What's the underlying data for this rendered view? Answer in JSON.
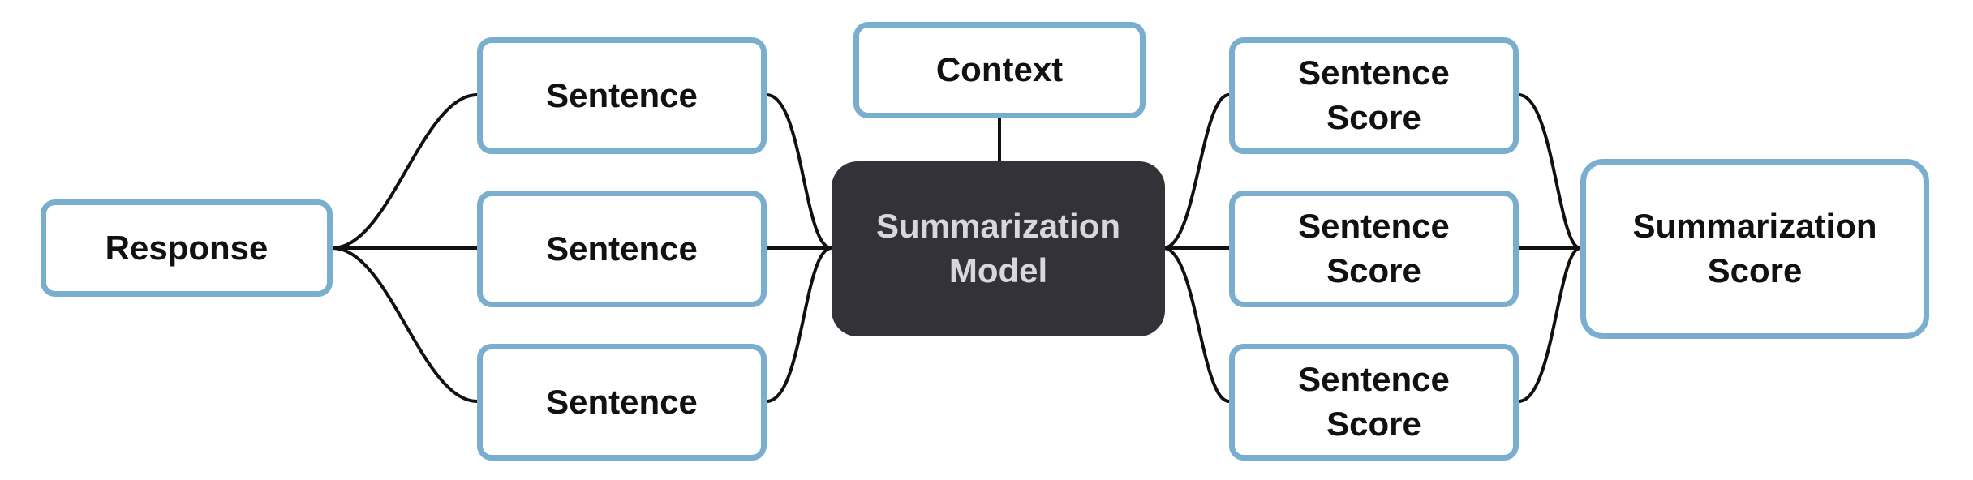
{
  "diagram": {
    "nodes": {
      "response": "Response",
      "sentence_1": "Sentence",
      "sentence_2": "Sentence",
      "sentence_3": "Sentence",
      "context": "Context",
      "model": "Summarization\nModel",
      "score_1": "Sentence\nScore",
      "score_2": "Sentence\nScore",
      "score_3": "Sentence\nScore",
      "final_score": "Summarization\nScore"
    },
    "colors": {
      "node_border": "#7aaece",
      "model_fill": "#333238",
      "model_text": "#d8d8dc",
      "connector": "#111111"
    }
  }
}
